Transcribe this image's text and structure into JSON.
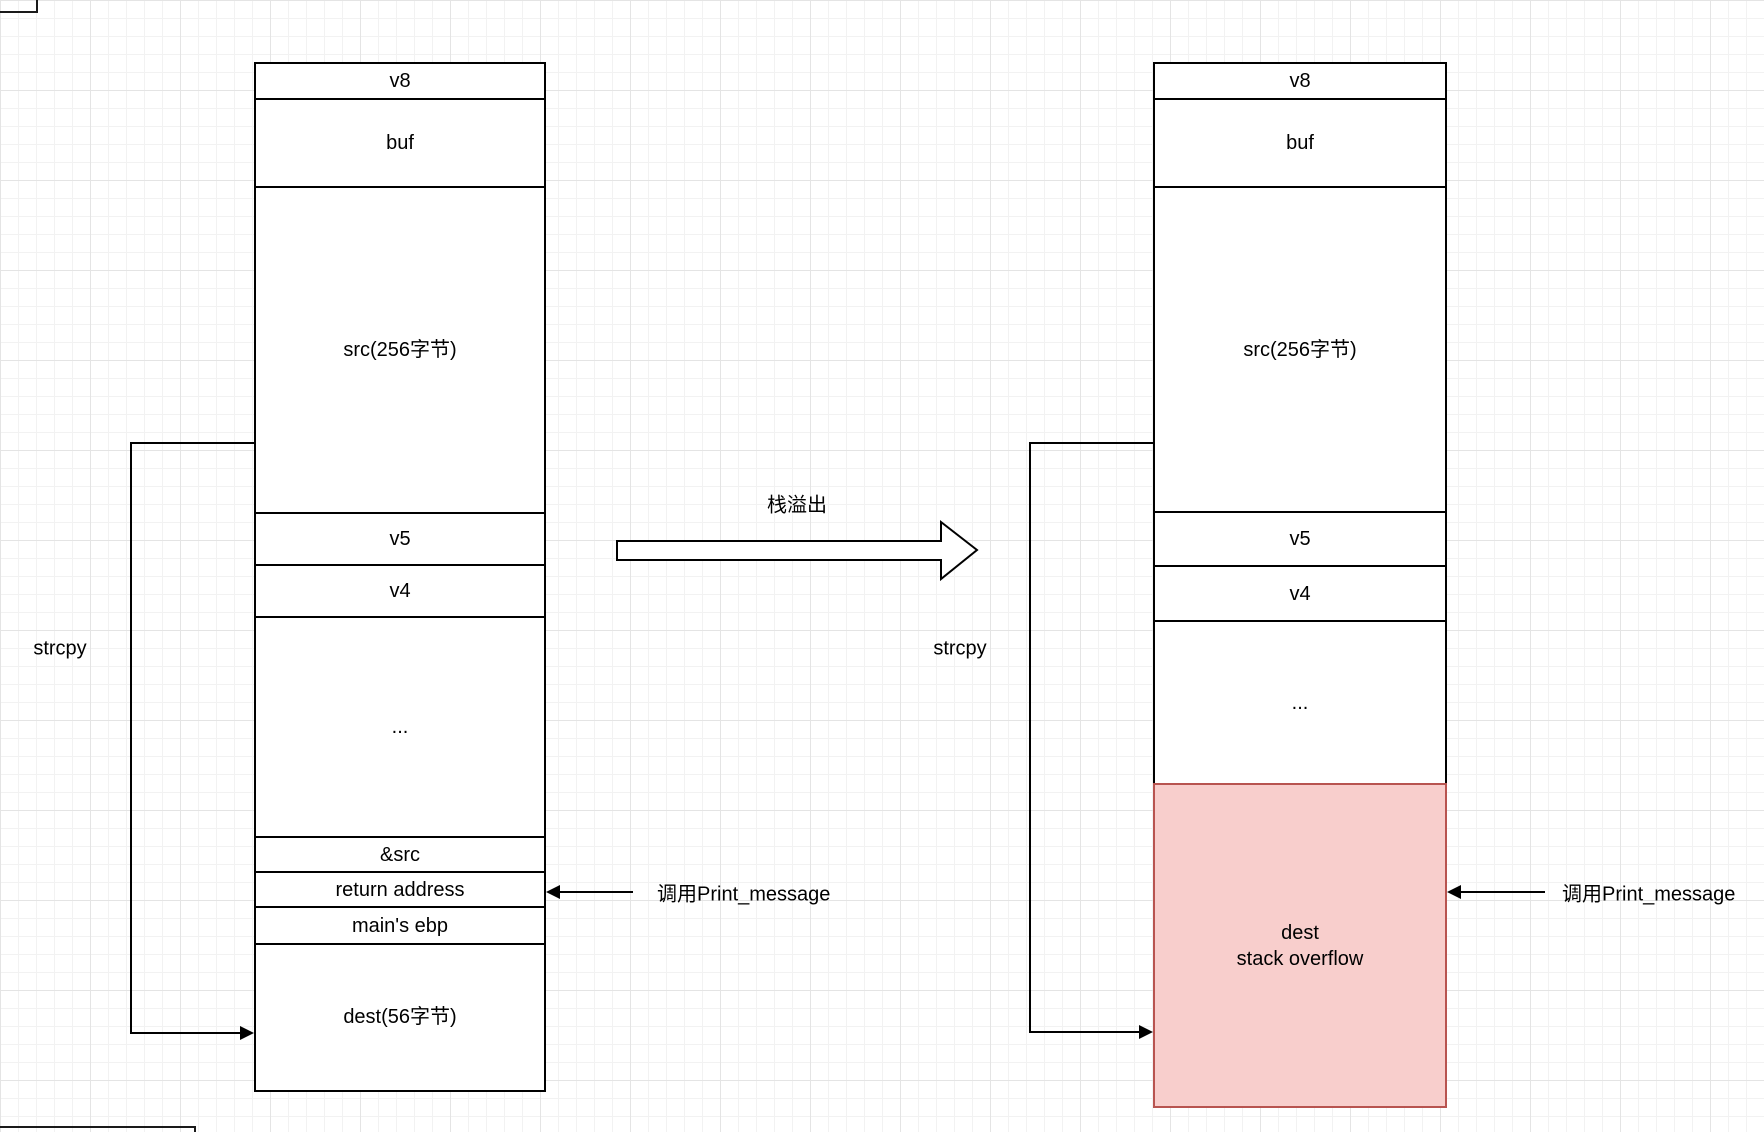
{
  "overflow_arrow": {
    "label": "栈溢出"
  },
  "left_stack": {
    "rows": [
      "v8",
      "buf",
      "src(256字节)",
      "v5",
      "v4",
      "...",
      "&src",
      "return address",
      "main's ebp",
      "dest(56字节)"
    ]
  },
  "right_stack": {
    "rows": [
      "v8",
      "buf",
      "src(256字节)",
      "v5",
      "v4",
      "..."
    ],
    "overflow_block": {
      "line1": "dest",
      "line2": "stack overflow",
      "fill": "#f8cecc",
      "border": "#b85450"
    }
  },
  "annotations": {
    "left_strcpy": "strcpy",
    "right_strcpy": "strcpy",
    "left_call": "调用Print_message",
    "right_call": "调用Print_message"
  }
}
